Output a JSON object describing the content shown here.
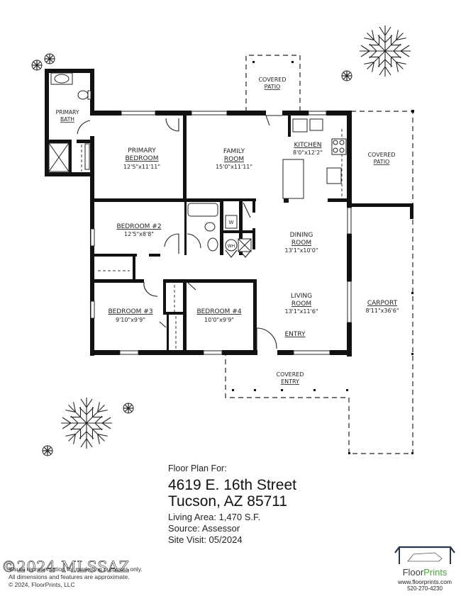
{
  "floor_plan": {
    "rooms": [
      {
        "name": "PRIMARY BATH",
        "line1": "PRIMARY",
        "line2": "BATH",
        "dims": ""
      },
      {
        "name": "PRIMARY BEDROOM",
        "line1": "PRIMARY",
        "line2": "BEDROOM",
        "dims": "12'5\"x11'11\""
      },
      {
        "name": "FAMILY ROOM",
        "line1": "FAMILY",
        "line2": "ROOM",
        "dims": "15'0\"x11'11\""
      },
      {
        "name": "KITCHEN",
        "line1": "KITCHEN",
        "dims": "8'0\"x12'2\""
      },
      {
        "name": "COVERED PATIO (rear)",
        "line1": "COVERED",
        "line2": "PATIO",
        "dims": ""
      },
      {
        "name": "COVERED PATIO (side)",
        "line1": "COVERED",
        "line2": "PATIO",
        "dims": ""
      },
      {
        "name": "BEDROOM #2",
        "line1": "BEDROOM #2",
        "dims": "12'5\"x8'8\""
      },
      {
        "name": "DINING ROOM",
        "line1": "DINING",
        "line2": "ROOM",
        "dims": "13'1\"x10'0\""
      },
      {
        "name": "LIVING ROOM",
        "line1": "LIVING",
        "line2": "ROOM",
        "dims": "13'1\"x11'6\""
      },
      {
        "name": "ENTRY",
        "line1": "ENTRY",
        "dims": ""
      },
      {
        "name": "BEDROOM #3",
        "line1": "BEDROOM #3",
        "dims": "9'10\"x9'9\""
      },
      {
        "name": "BEDROOM #4",
        "line1": "BEDROOM #4",
        "dims": "10'0\"x9'9\""
      },
      {
        "name": "CARPORT",
        "line1": "CARPORT",
        "dims": "8'11\"x36'6\""
      },
      {
        "name": "COVERED ENTRY",
        "line1": "COVERED",
        "line2": "ENTRY",
        "dims": ""
      }
    ],
    "fixtures": {
      "washer": "W",
      "water_heater": "WH"
    }
  },
  "info": {
    "heading": "Floor Plan For:",
    "address_line1": "4619 E. 16th Street",
    "address_line2": "Tucson, AZ  85711",
    "living_area": "Living Area:  1,470 S.F.",
    "source": "Source:  Assessor",
    "site_visit": "Site Visit:  05/2024"
  },
  "footer": {
    "watermark": "©2024 MLSSAZ",
    "disclaimer_1": "Visual representation for marketing purposes only.",
    "disclaimer_2": "All dimensions and features are approximate.",
    "copyright": "© 2024, FloorPrints, LLC"
  },
  "logo": {
    "name_part1": "Floor",
    "name_part2": "Prints",
    "website": "www.floorprints.com",
    "phone": "520-270-4230",
    "brand_color_dark": "#3d3d3d",
    "brand_color_green": "#4ba43a"
  }
}
